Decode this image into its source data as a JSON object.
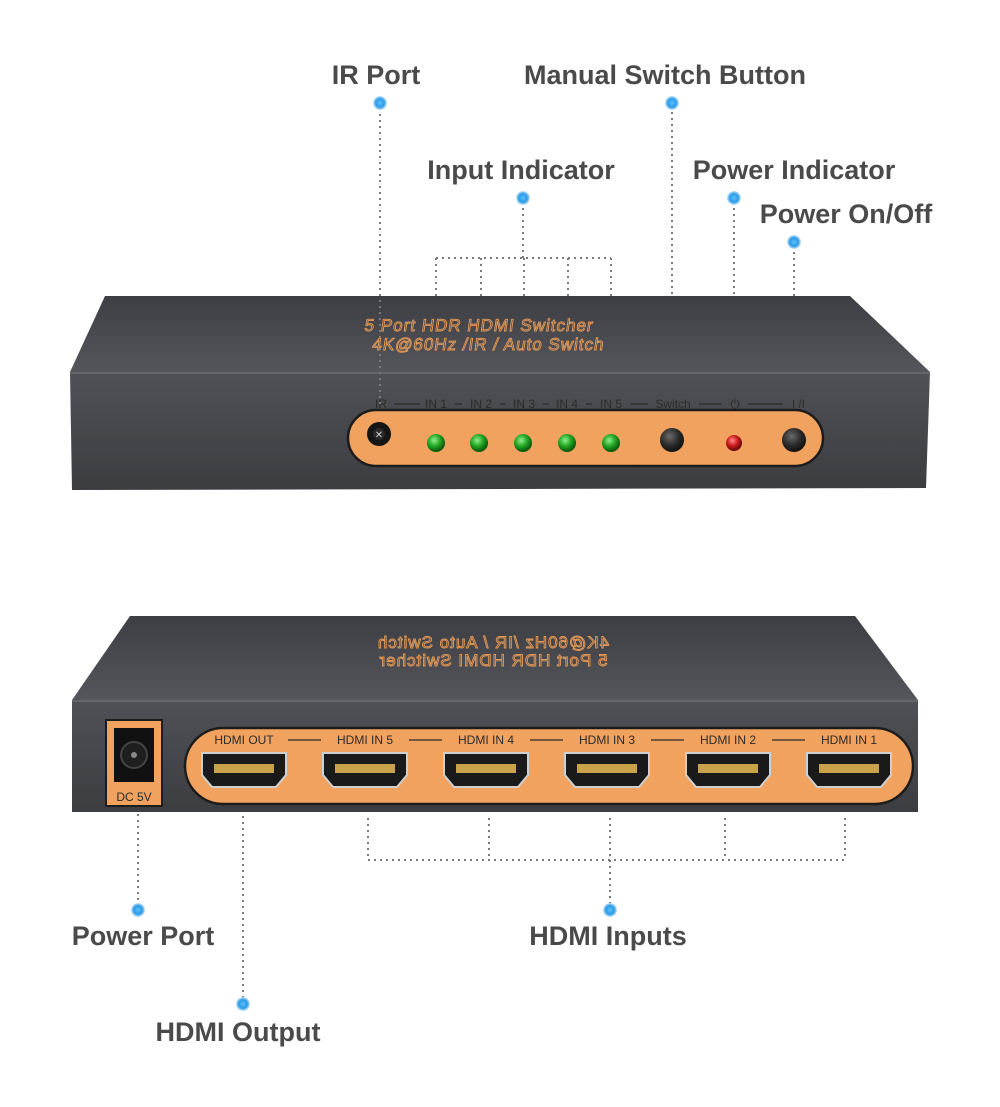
{
  "callouts": {
    "ir_port": "IR Port",
    "manual_switch_button": "Manual Switch Button",
    "input_indicator": "Input Indicator",
    "power_indicator": "Power Indicator",
    "power_on_off": "Power On/Off",
    "power_port": "Power Port",
    "hdmi_inputs": "HDMI Inputs",
    "hdmi_output": "HDMI Output"
  },
  "front_panel": {
    "product_line1": "5 Port HDR HDMI Switcher",
    "product_line2": "4K@60Hz /IR / Auto Switch",
    "ir_label": "IR",
    "in_labels": [
      "IN 1",
      "IN 2",
      "IN 3",
      "IN 4",
      "IN 5"
    ],
    "switch_label": "Switch",
    "power_led_symbol": "⏻",
    "power_button_symbol": "⏽/I"
  },
  "back_panel": {
    "product_line1": "5 Port HDR HDMI Switcher",
    "product_line2": "4K@60Hz /IR / Auto Switch",
    "dc_label": "DC 5V",
    "port_labels": [
      "HDMI OUT",
      "HDMI IN 5",
      "HDMI IN 4",
      "HDMI IN 3",
      "HDMI IN 2",
      "HDMI IN 1"
    ]
  },
  "colors": {
    "body": "#46474c",
    "panel_orange": "#f2a25f",
    "led_green": "#2db82d",
    "led_red": "#cc1d1d",
    "callout_dot": "#2b9be6",
    "callout_text": "#4a4a4a"
  }
}
